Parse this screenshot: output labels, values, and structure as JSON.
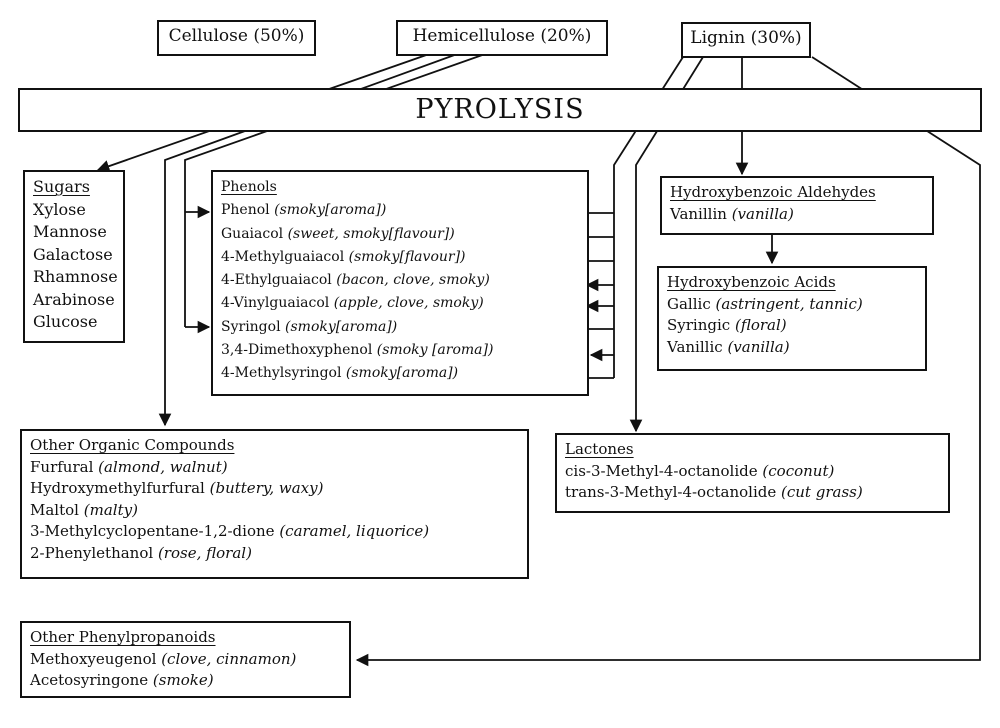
{
  "sources": {
    "cellulose": "Cellulose (50%)",
    "hemicellulose": "Hemicellulose (20%)",
    "lignin": "Lignin (30%)"
  },
  "process": "PYROLYSIS",
  "groups": {
    "sugars": {
      "title": "Sugars",
      "items": [
        "Xylose",
        "Mannose",
        "Galactose",
        "Rhamnose",
        "Arabinose",
        "Glucose"
      ]
    },
    "phenols": {
      "title": "Phenols",
      "items": [
        {
          "name": "Phenol",
          "note": "(smoky[aroma])"
        },
        {
          "name": "Guaiacol",
          "note": "(sweet, smoky[flavour])"
        },
        {
          "name": "4-Methylguaiacol",
          "note": "(smoky[flavour])"
        },
        {
          "name": "4-Ethylguaiacol",
          "note": "(bacon, clove, smoky)"
        },
        {
          "name": "4-Vinylguaiacol",
          "note": "(apple, clove, smoky)"
        },
        {
          "name": "Syringol",
          "note": "(smoky[aroma])"
        },
        {
          "name": "3,4-Dimethoxyphenol",
          "note": "(smoky [aroma])"
        },
        {
          "name": "4-Methylsyringol",
          "note": "(smoky[aroma])"
        }
      ]
    },
    "aldehydes": {
      "title": "Hydroxybenzoic Aldehydes",
      "items": [
        {
          "name": "Vanillin",
          "note": "(vanilla)"
        }
      ]
    },
    "acids": {
      "title": "Hydroxybenzoic Acids",
      "items": [
        {
          "name": "Gallic",
          "note": "(astringent, tannic)"
        },
        {
          "name": "Syringic",
          "note": "(floral)"
        },
        {
          "name": "Vanillic",
          "note": "(vanilla)"
        }
      ]
    },
    "organics": {
      "title": "Other Organic Compounds",
      "items": [
        {
          "name": "Furfural",
          "note": "(almond, walnut)"
        },
        {
          "name": "Hydroxymethylfurfural",
          "note": "(buttery, waxy)"
        },
        {
          "name": "Maltol",
          "note": "(malty)"
        },
        {
          "name": "3-Methylcyclopentane-1,2-dione",
          "note": "(caramel, liquorice)"
        },
        {
          "name": "2-Phenylethanol",
          "note": "(rose, floral)"
        }
      ]
    },
    "lactones": {
      "title": "Lactones",
      "items": [
        {
          "name": "cis-3-Methyl-4-octanolide",
          "note": "(coconut)"
        },
        {
          "name": "trans-3-Methyl-4-octanolide",
          "note": "(cut grass)"
        }
      ]
    },
    "phenylpropanoids": {
      "title": "Other Phenylpropanoids",
      "items": [
        {
          "name": "Methoxyeugenol",
          "note": "(clove, cinnamon)"
        },
        {
          "name": "Acetosyringone",
          "note": "(smoke)"
        }
      ]
    }
  }
}
